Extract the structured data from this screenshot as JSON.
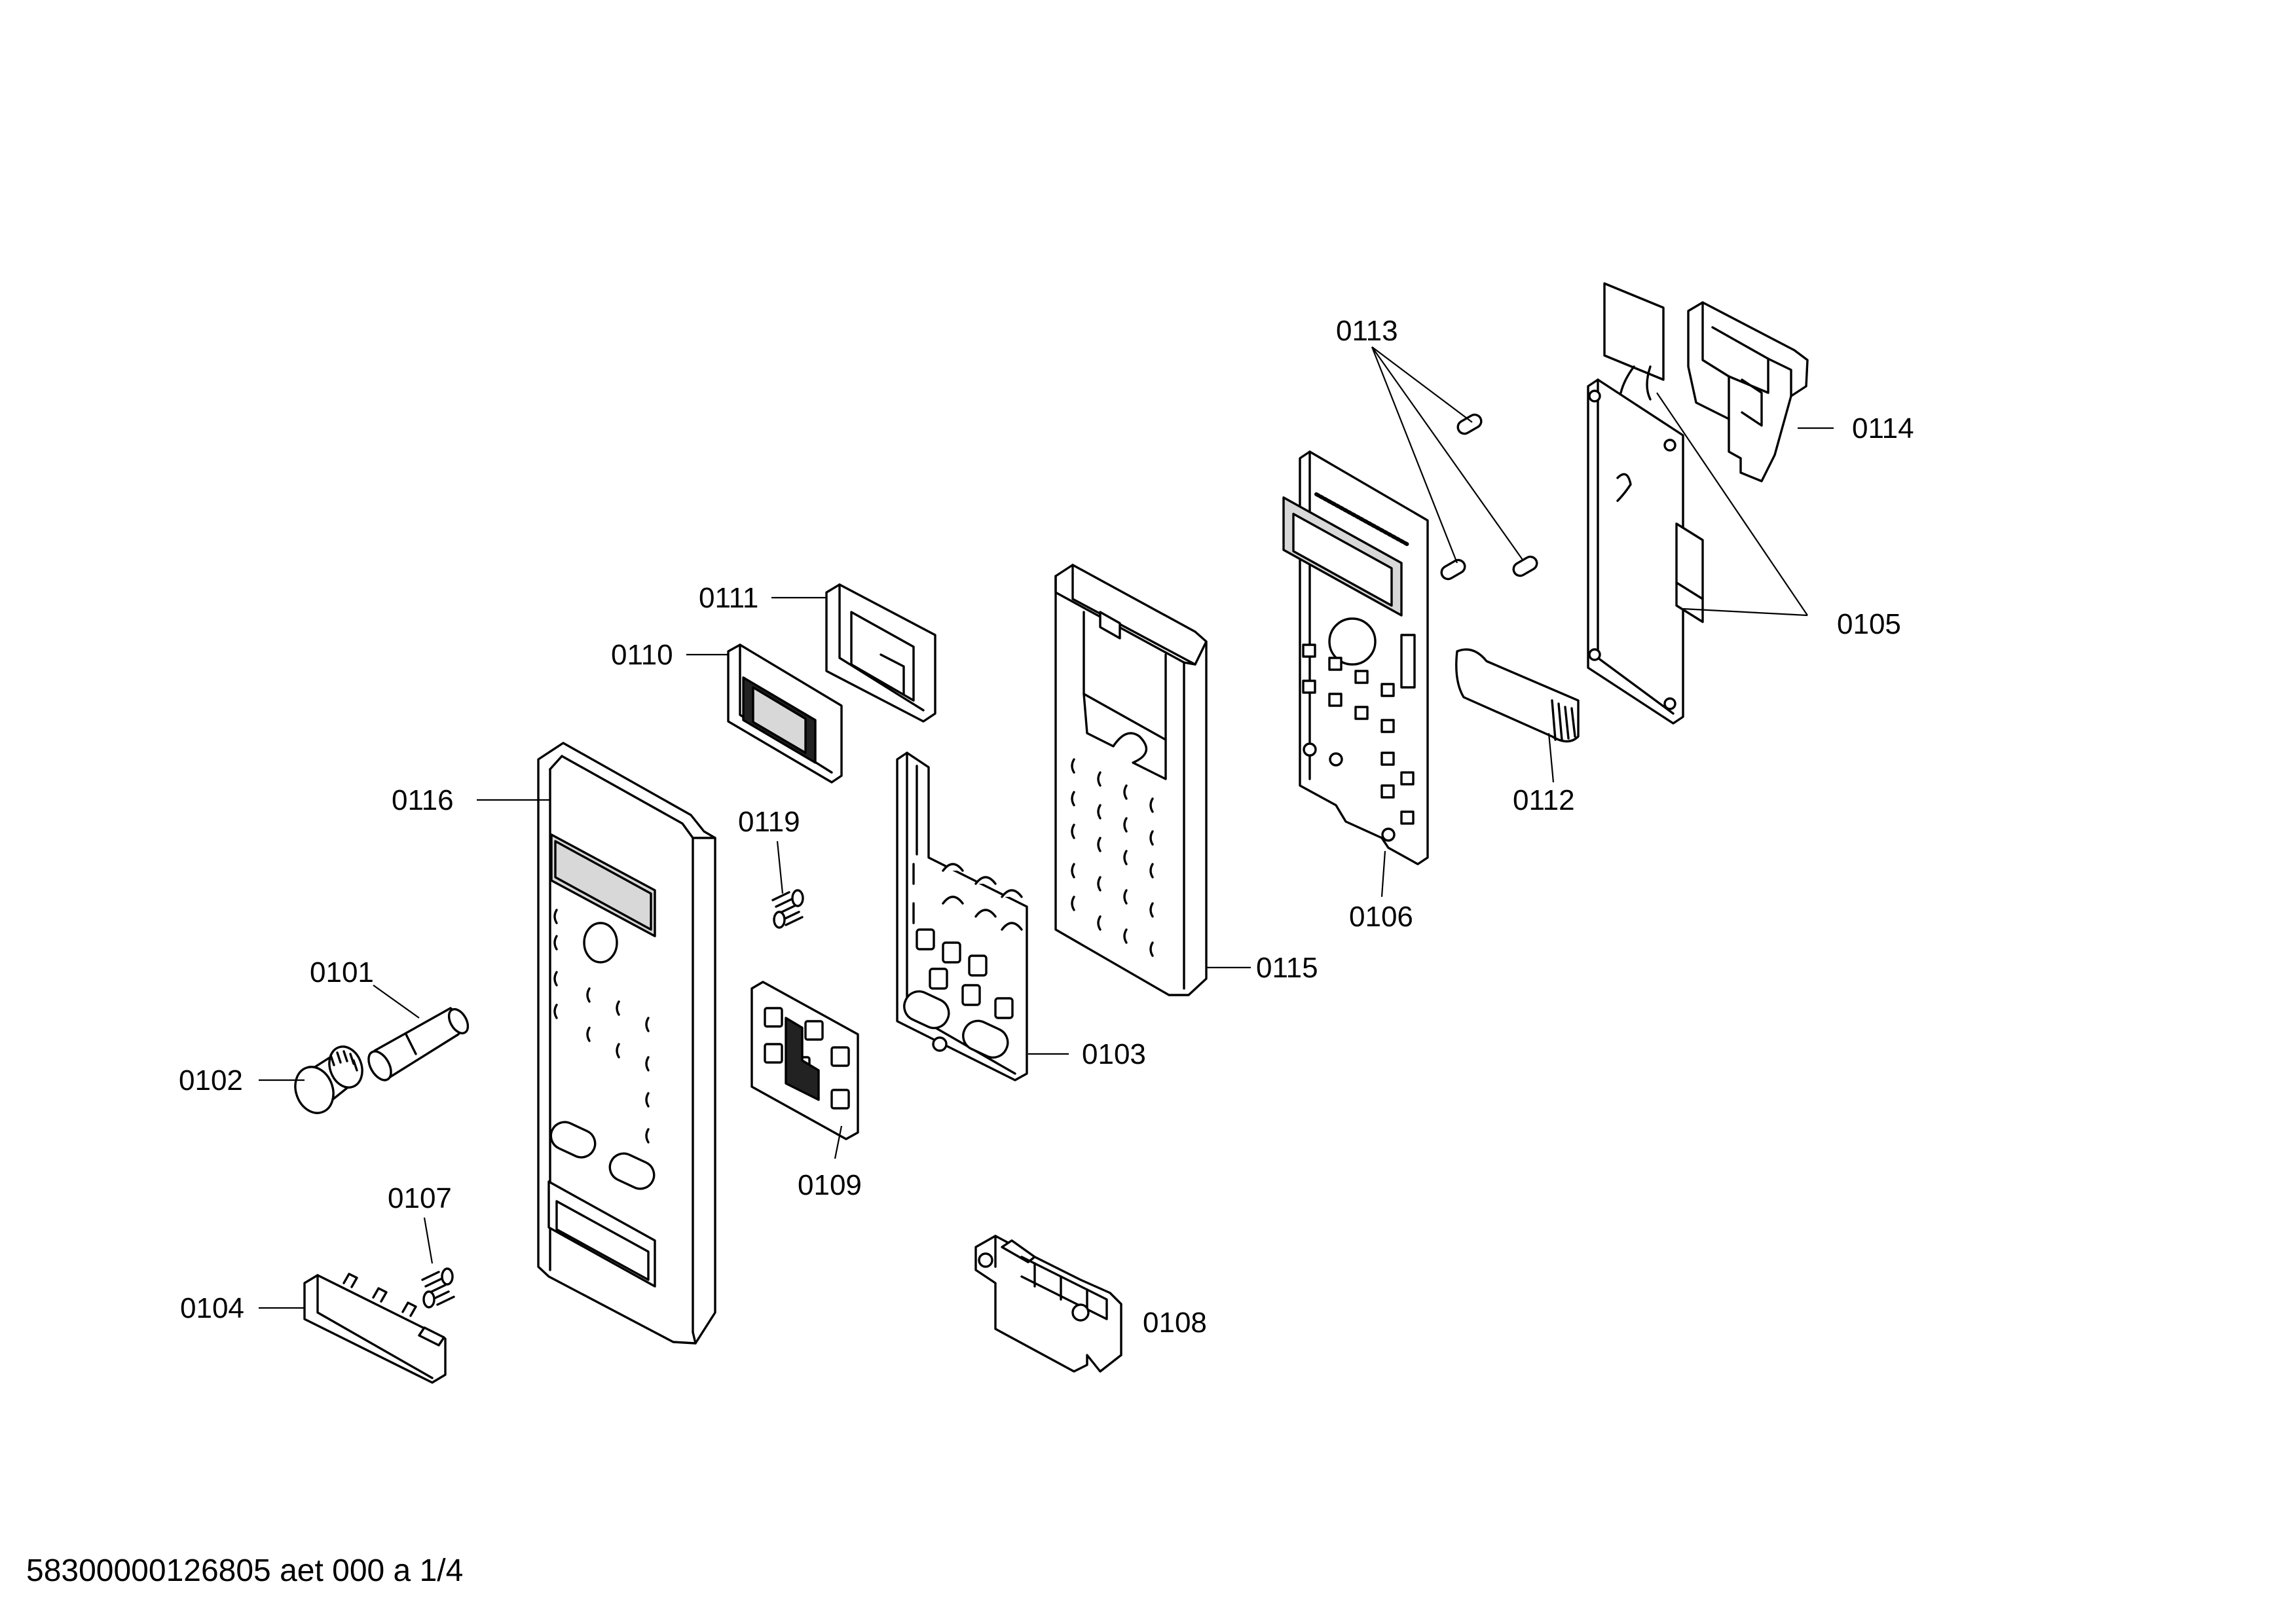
{
  "diagram": {
    "callouts": [
      {
        "id": "0101",
        "label": "0101"
      },
      {
        "id": "0102",
        "label": "0102"
      },
      {
        "id": "0103",
        "label": "0103"
      },
      {
        "id": "0104",
        "label": "0104"
      },
      {
        "id": "0105",
        "label": "0105"
      },
      {
        "id": "0106",
        "label": "0106"
      },
      {
        "id": "0107",
        "label": "0107"
      },
      {
        "id": "0108",
        "label": "0108"
      },
      {
        "id": "0109",
        "label": "0109"
      },
      {
        "id": "0110",
        "label": "0110"
      },
      {
        "id": "0111",
        "label": "0111"
      },
      {
        "id": "0112",
        "label": "0112"
      },
      {
        "id": "0113",
        "label": "0113"
      },
      {
        "id": "0114",
        "label": "0114"
      },
      {
        "id": "0115",
        "label": "0115"
      },
      {
        "id": "0116",
        "label": "0116"
      },
      {
        "id": "0119",
        "label": "0119"
      }
    ]
  },
  "footer": {
    "document_code": "58300000126805 aet 000 a 1/4"
  }
}
